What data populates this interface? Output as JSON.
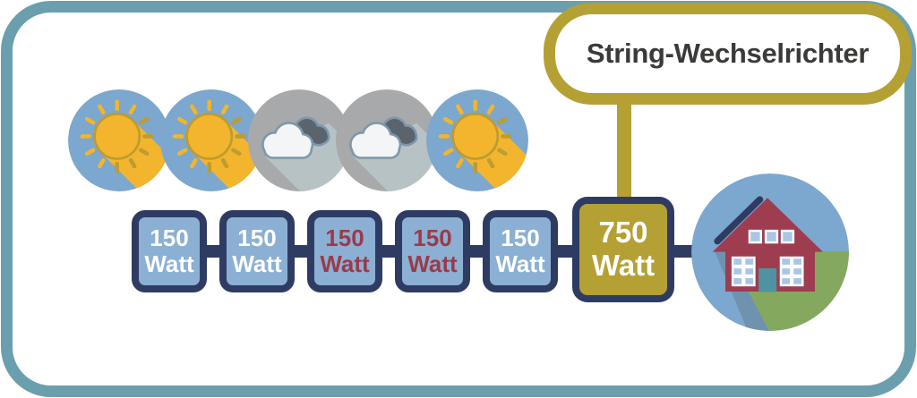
{
  "title": {
    "label": "String-Wechselrichter"
  },
  "colors": {
    "frame_teal": "#6B9FAE",
    "navy": "#2E3C63",
    "gold": "#B5A034",
    "panel_blue": "#8BB0D3",
    "title_text": "#3B3A39",
    "sky_blue": "#7CA7CE",
    "sun_yellow": "#F2B52D",
    "sun_olive": "#BD9C30",
    "cloud_gray_bg": "#A7A9AA",
    "cloud_dark": "#5A646D",
    "cloud_white": "#F3F5F6",
    "cloud_outline": "#7E97AB",
    "cloud_shadow": "#B7C2C5",
    "house_red": "#9E3C50",
    "grass_green": "#84A95E",
    "door_teal": "#4F93A3",
    "window_blue": "#A9C6E4",
    "house_shadow": "#6F93AE"
  },
  "weather": {
    "icons": [
      {
        "type": "sun-icon"
      },
      {
        "type": "sun-icon"
      },
      {
        "type": "clouds-icon"
      },
      {
        "type": "clouds-icon"
      },
      {
        "type": "sun-icon"
      }
    ]
  },
  "panels": [
    {
      "value": "150",
      "unit": "Watt",
      "text_color": "#FFFFFF"
    },
    {
      "value": "150",
      "unit": "Watt",
      "text_color": "#FFFFFF"
    },
    {
      "value": "150",
      "unit": "Watt",
      "text_color": "#9C3A49"
    },
    {
      "value": "150",
      "unit": "Watt",
      "text_color": "#9C3A49"
    },
    {
      "value": "150",
      "unit": "Watt",
      "text_color": "#FFFFFF"
    }
  ],
  "inverter": {
    "value": "750",
    "unit": "Watt"
  },
  "house": {
    "icon": "house-icon"
  }
}
